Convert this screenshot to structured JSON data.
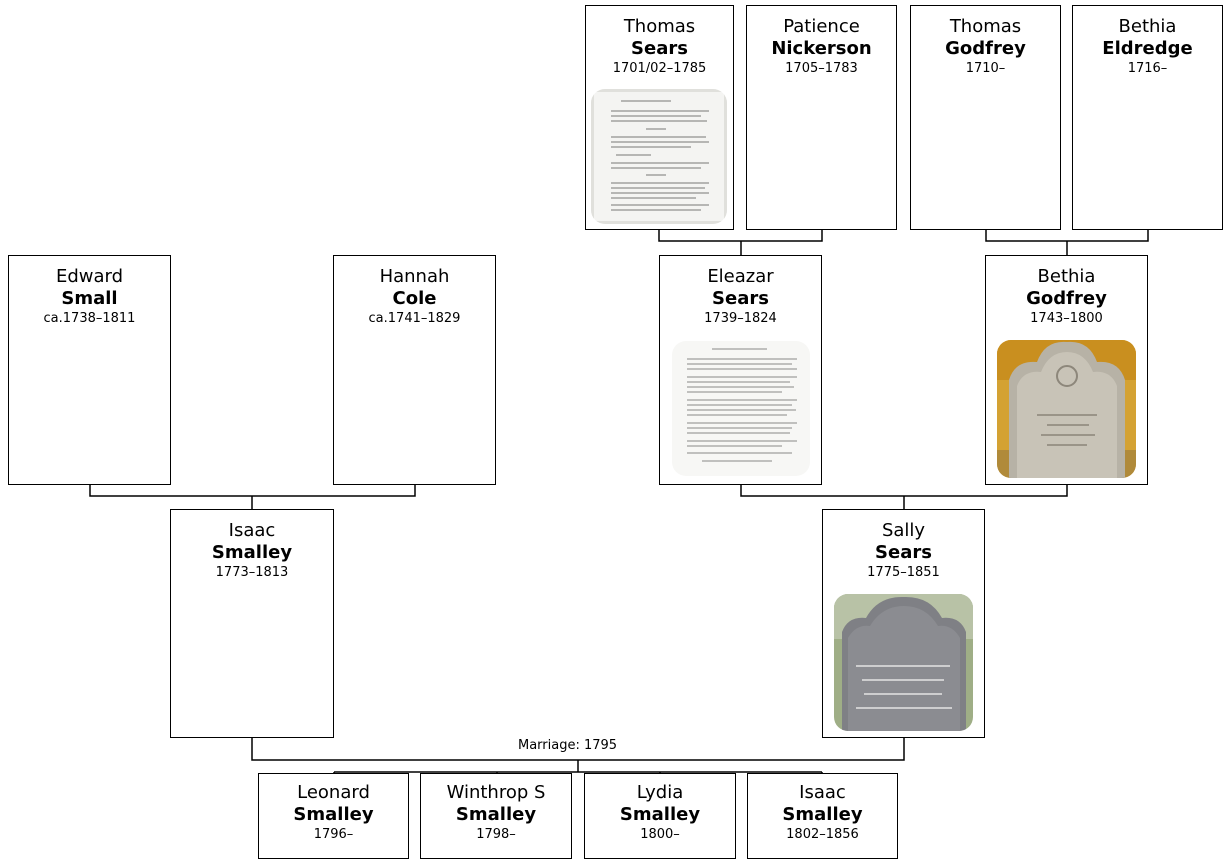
{
  "people": {
    "thomas_sears": {
      "first": "Thomas",
      "last": "Sears",
      "years": "1701/02–1785"
    },
    "patience_nickerson": {
      "first": "Patience",
      "last": "Nickerson",
      "years": "1705–1783"
    },
    "thomas_godfrey": {
      "first": "Thomas",
      "last": "Godfrey",
      "years": "1710–"
    },
    "bethia_eldredge": {
      "first": "Bethia",
      "last": "Eldredge",
      "years": "1716–"
    },
    "edward_small": {
      "first": "Edward",
      "last": "Small",
      "years": "ca.1738–1811"
    },
    "hannah_cole": {
      "first": "Hannah",
      "last": "Cole",
      "years": "ca.1741–1829"
    },
    "eleazar_sears": {
      "first": "Eleazar",
      "last": "Sears",
      "years": "1739–1824"
    },
    "bethia_godfrey": {
      "first": "Bethia",
      "last": "Godfrey",
      "years": "1743–1800"
    },
    "isaac_smalley": {
      "first": "Isaac",
      "last": "Smalley",
      "years": "1773–1813"
    },
    "sally_sears": {
      "first": "Sally",
      "last": "Sears",
      "years": "1775–1851"
    },
    "leonard_smalley": {
      "first": "Leonard",
      "last": "Smalley",
      "years": "1796–"
    },
    "winthrop_smalley": {
      "first": "Winthrop S",
      "last": "Smalley",
      "years": "1798–"
    },
    "lydia_smalley": {
      "first": "Lydia",
      "last": "Smalley",
      "years": "1800–"
    },
    "isaac_smalley_jr": {
      "first": "Isaac",
      "last": "Smalley",
      "years": "1802–1856"
    }
  },
  "marriage_label": "Marriage: 1795",
  "colors": {
    "line": "#000000",
    "box_border": "#000000",
    "background": "#ffffff"
  }
}
